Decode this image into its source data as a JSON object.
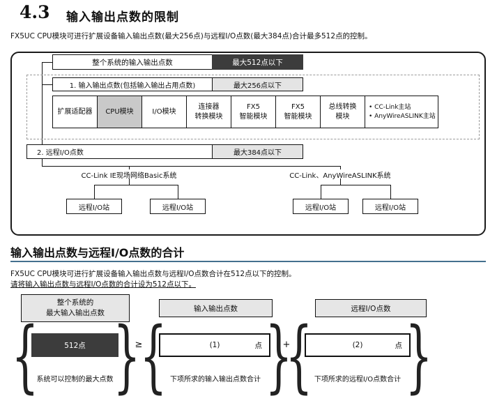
{
  "page": {
    "section_number": "4.3",
    "section_title": "输入输出点数的限制",
    "intro": "FX5UC CPU模块可进行扩展设备输入输出点数(最大256点)与远程I/O点数(最大384点)合计最多512点的控制。"
  },
  "colors": {
    "dark_box": "#3c3c3c",
    "light_box": "#e4e4e4",
    "module_highlight": "#c9c9c9",
    "heading_rule": "#44708e"
  },
  "diagram1": {
    "total_label": "整个系统的输入输出点数",
    "total_limit": "最大512点以下",
    "io_points_label": "1. 输入输出点数(包括输入输出占用点数)",
    "io_points_limit": "最大256点以下",
    "modules": [
      {
        "line1": "扩展适配器",
        "line2": ""
      },
      {
        "line1": "CPU模块",
        "line2": ""
      },
      {
        "line1": "I/O模块",
        "line2": ""
      },
      {
        "line1": "连接器",
        "line2": "转换模块"
      },
      {
        "line1": "FX5",
        "line2": "智能模块"
      },
      {
        "line1": "FX5",
        "line2": "智能模块"
      },
      {
        "line1": "总线转换",
        "line2": "模块"
      },
      {
        "line1": "• CC-Link主站",
        "line2": "• AnyWireASLINK主站"
      }
    ],
    "remote_label": "2. 远程I/O点数",
    "remote_limit": "最大384点以下",
    "network_left": "CC-Link IE现场网络Basic系统",
    "network_right": "CC-Link、AnyWireASLINK系统",
    "remote_station": "远程I/O站"
  },
  "section2": {
    "title": "输入输出点数与远程I/O点数的合计",
    "para1": "FX5UC CPU模块可进行扩展设备输入输出点数与远程I/O点数合计在512点以下的控制。",
    "para2": "请将输入输出点数与远程I/O点数的合计设为512点以下。"
  },
  "diagram2": {
    "header1_line1": "整个系统的",
    "header1_line2": "最大输入输出点数",
    "header2": "输入输出点数",
    "header3": "远程I/O点数",
    "value1": "512点",
    "value2": "(1)",
    "value3": "(2)",
    "unit": "点",
    "ge_symbol": "≥",
    "plus_symbol": "+",
    "caption1": "系统可以控制的最大点数",
    "caption2": "下项所求的输入输出点数合计",
    "caption3": "下项所求的远程I/O点数合计",
    "brace_open": "{",
    "brace_close": "}"
  }
}
